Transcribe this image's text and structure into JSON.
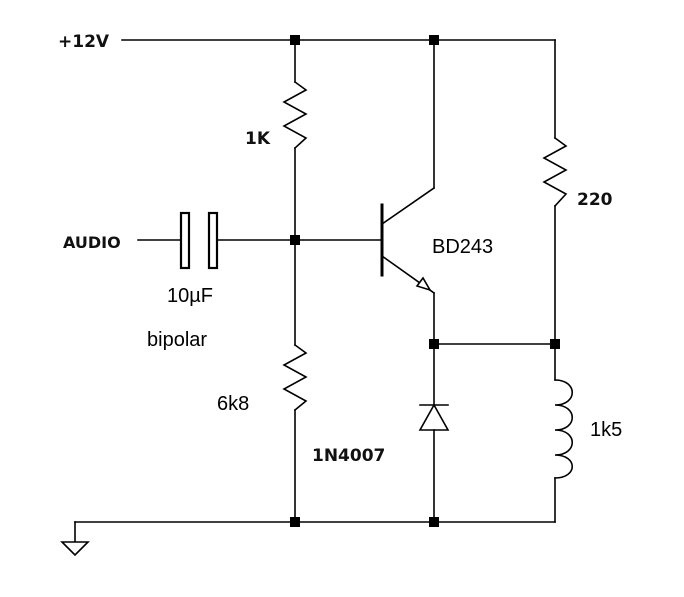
{
  "schematic": {
    "supply_label": "+12V",
    "input_label": "AUDIO",
    "r_top_label": "1K",
    "r_bottom_label": "6k8",
    "r_collector_label": "220",
    "capacitor_value": "10µF",
    "capacitor_type": "bipolar",
    "transistor_label": "BD243",
    "diode_label": "1N4007",
    "inductor_label": "1k5"
  },
  "colors": {
    "wire": "#000000",
    "background": "#ffffff"
  }
}
